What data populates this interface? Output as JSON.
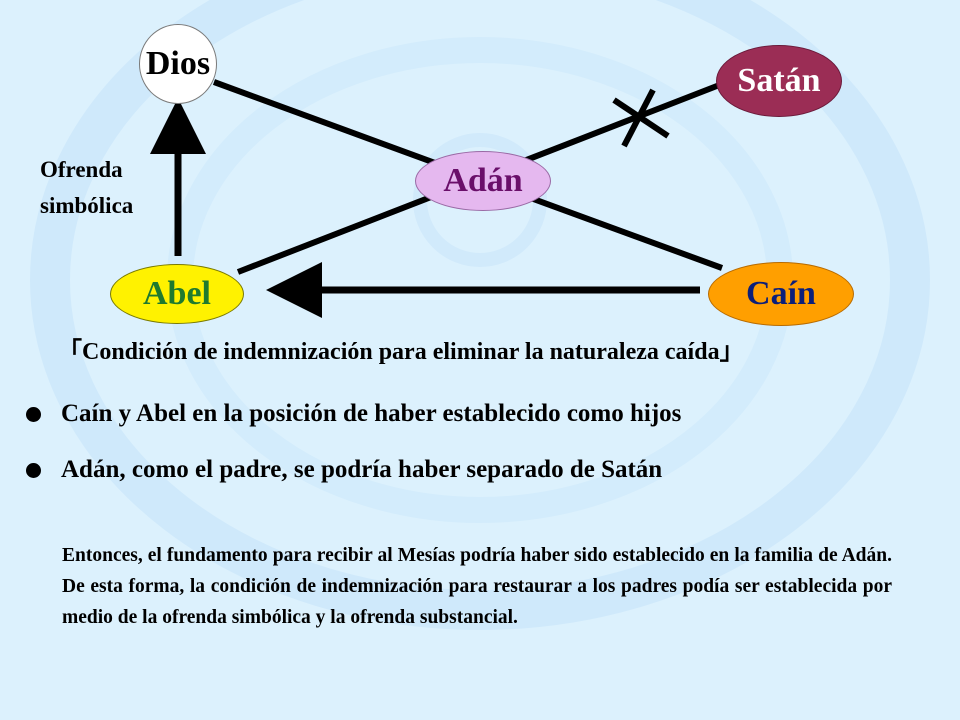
{
  "nodes": {
    "dios": "Dios",
    "satan": "Satán",
    "adan": "Adán",
    "abel": "Abel",
    "cain": "Caín"
  },
  "offering_label": "Ofrenda\nsimbólica",
  "subtitle": "「Condición de indemnización para eliminar la naturaleza caída」",
  "bullets": [
    "Caín y Abel en la posición de haber establecido como hijos",
    "Adán, como el padre, se podría haber separado de Satán"
  ],
  "paragraph": "Entonces, el fundamento para recibir al Mesías podría haber sido establecido en la familia de Adán. De esta forma, la condición de indemnización para restaurar a los padres podía ser establecida por medio de la ofrenda simbólica y la ofrenda substancial.",
  "colors": {
    "background": "#dcf1fd",
    "satan_fill": "#9b2d55",
    "adan_fill": "#e5b8ef",
    "abel_fill": "#fff200",
    "cain_fill": "#ff9f00"
  }
}
